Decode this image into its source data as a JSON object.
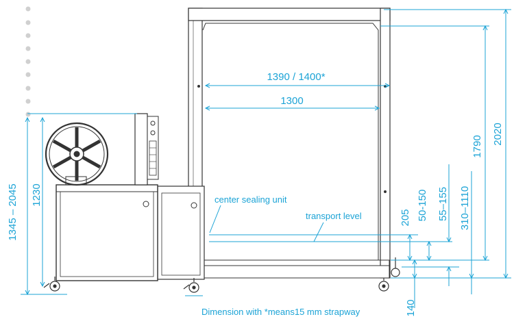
{
  "dimensions": {
    "total_width": "1390 / 1400*",
    "inner_width": "1300",
    "height_total": "2020",
    "height_inner": "1790",
    "height_table_range": "1345 – 2045",
    "height_table": "1230",
    "d_205": "205",
    "d_50_150": "50-150",
    "d_55_155": "55–155",
    "d_310_1110": "310–1110",
    "d_140": "140"
  },
  "labels": {
    "center_sealing_unit": "center sealing unit",
    "transport_level": "transport level"
  },
  "footnote": "Dimension with *means15 mm strapway",
  "colors": {
    "dimension": "#1ba3d6",
    "machine": "#333333",
    "dots": "#d0d0d0"
  }
}
